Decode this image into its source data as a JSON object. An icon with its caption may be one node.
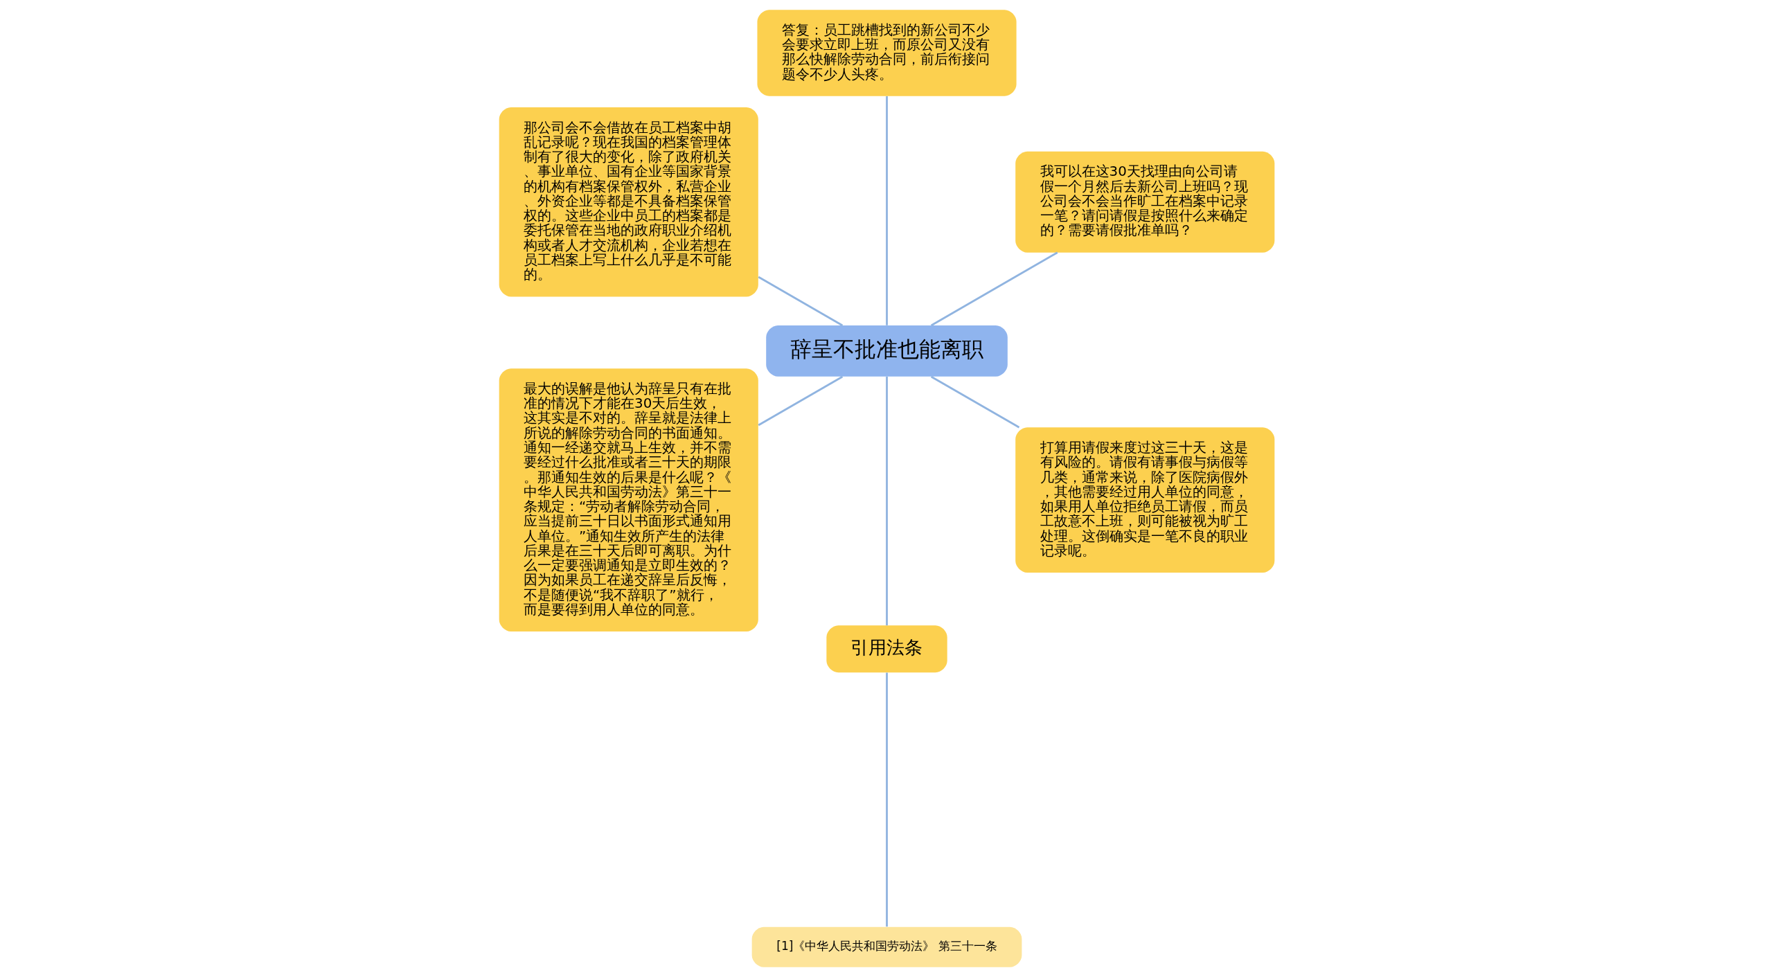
{
  "diagram": {
    "nodes": [
      {
        "text": [
          "辞呈不批准也能离职"
        ]
      },
      {
        "text": [
          "我可以在这30天找理由向公司请假一个月然后去新公司上班吗？现公司会不会当作旷工在档案中记录一笔？请问请假是按照什么来确定的？需要请假批准单吗？"
        ]
      },
      {
        "text": [
          "答复：员工跳槽找到的新公司不少会要求立即上班，而原公司又没有那么快解除劳动合同，前后衔接问题令不少人头疼。"
        ]
      },
      {
        "text": [
          "那公司会不会借故在员工档案中胡乱记录呢？现在我国的档案管理体制有了很大的变化，除了政府机关、事业单位、国有企业等国家背景的机构有档案保管权外，私营企业、外资企业等都是不具备档案保管权的。这些企业中员工的档案都是委托保管在当地的政府职业介绍机构或者人才交流机构，企业若想在员工档案上写上什么几乎是不可能的。"
        ]
      },
      {
        "text": [
          "最大的误解是他认为辞呈只有在批准的情况下才能在30天后生效，这其实是不对的。辞呈就是法律上所说的解除劳动合同的书面通知。通知一经递交就马上生效，并不需要经过什么批准或者三十天的期限。那通知生效的后果是什么呢？《中华人民共和国劳动法》第三十一条规定：“劳动者解除劳动合同，应当提前三十日以书面形式通知用人单位。”通知生效所产生的法律后果是在三十天后即可离职。为什么一定要强调通知是立即生效的？因为如果员工在递交辞呈后反悔，不是随便说“我不辞职了”就行，而是要得到用人单位的同意。"
        ]
      },
      {
        "text": [
          "引用法条"
        ]
      },
      {
        "text": [
          "[1]《中华人民共和国劳动法》 第三十一条"
        ]
      },
      {
        "text": [
          "打算用请假来度过这三十天，这是有风险的。请假有请事假与病假等几类，通常来说，除了医院病假外，其他需要经过用人单位的同意，如果用人单位拒绝员工请假，而员工故意不上班，则可能被视为旷工处理。这倒确实是一笔不良的职业记录呢。"
        ]
      }
    ],
    "edges": [
      {
        "from": 0,
        "to": 1,
        "arrow": "none"
      },
      {
        "from": 0,
        "to": 2,
        "arrow": "none"
      },
      {
        "from": 0,
        "to": 3,
        "arrow": "none"
      },
      {
        "from": 0,
        "to": 4,
        "arrow": "none"
      },
      {
        "from": 0,
        "to": 5,
        "arrow": "none"
      },
      {
        "from": 5,
        "to": 6,
        "arrow": "none"
      },
      {
        "from": 0,
        "to": 7,
        "arrow": "none"
      }
    ]
  }
}
